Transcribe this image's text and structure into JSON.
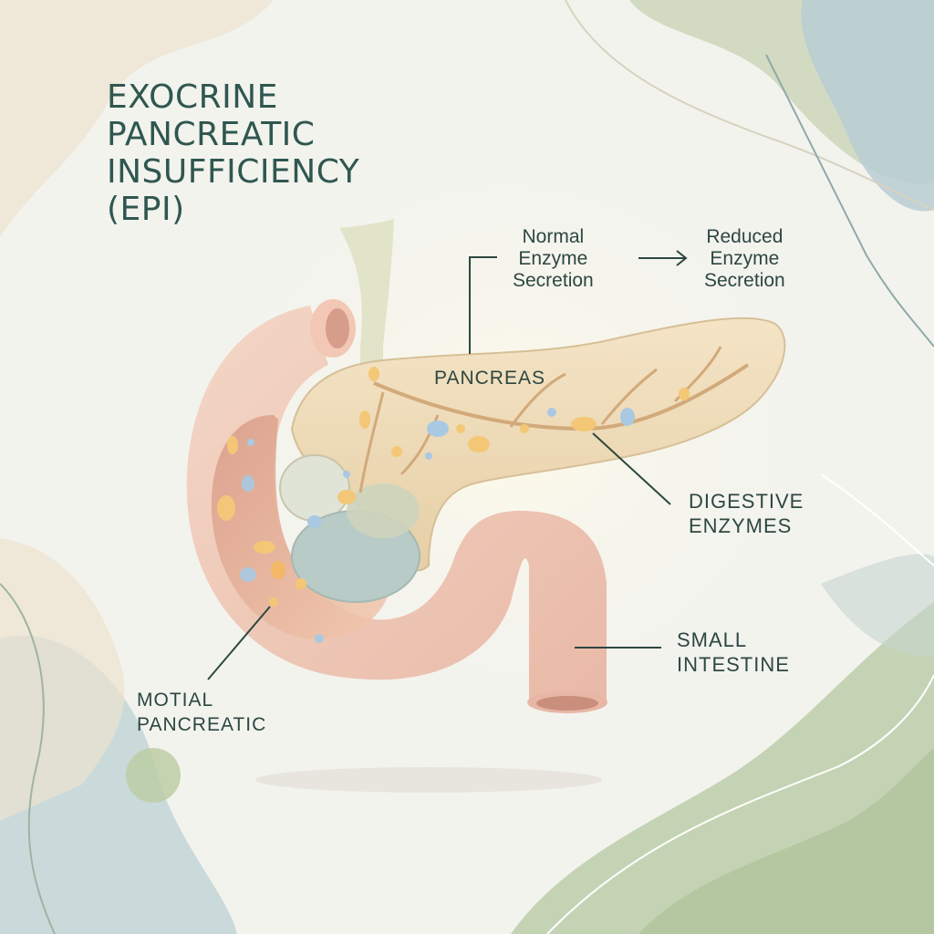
{
  "title": {
    "lines": [
      "EXOCRINE",
      "PANCREATIC",
      "INSUFFICIENCY",
      "(EPI)"
    ]
  },
  "labels": {
    "normal": [
      "Normal",
      "Enzyme",
      "Secretion"
    ],
    "reduced": [
      "Reduced",
      "Enzyme",
      "Secretion"
    ],
    "pancreas": "PANCREAS",
    "digestive": [
      "DIGESTIVE",
      "ENZYMES"
    ],
    "small_intestine": [
      "SMALL",
      "INTESTINE"
    ],
    "partial": [
      "MOTIAL",
      "PANCREATIC"
    ]
  },
  "colors": {
    "text": "#2f574f",
    "pancreas": "#efdcbb",
    "intestine": "#f0c9b6",
    "enzyme": "#f4c777",
    "bubble": "#a9c9e3",
    "accent_green": "#b8c9a3",
    "accent_blue": "#b3cad3"
  }
}
